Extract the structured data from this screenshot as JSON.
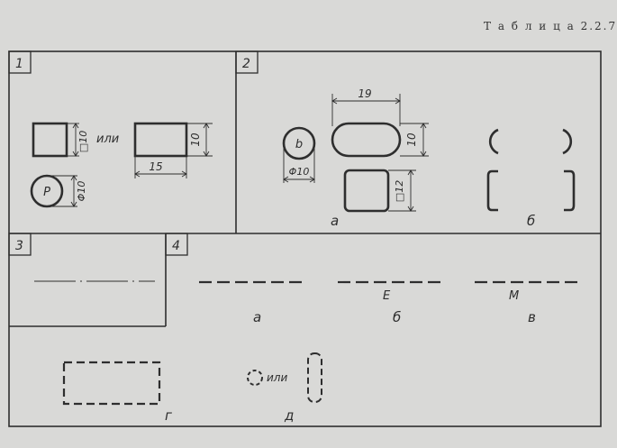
{
  "title": "Т а б л и ц а  2.2.7",
  "panels": {
    "p1": {
      "num": "1",
      "dim_square": "□10",
      "ili": "или",
      "circle_label": "P",
      "dim_diameter": "Φ10",
      "dim_height": "10",
      "dim_width": "15"
    },
    "p2": {
      "num": "2",
      "circle_label": "b",
      "dim_diameter": "Φ10",
      "dim_width": "19",
      "dim_height": "10",
      "dim_square": "□12",
      "label_a": "а",
      "label_b": "б"
    },
    "p3": {
      "num": "3"
    },
    "p4": {
      "num": "4",
      "label_a": "а",
      "label_b": "б",
      "label_v": "в",
      "label_g": "г",
      "label_d": "д",
      "letter_e": "E",
      "letter_m": "M",
      "ili": "или"
    }
  }
}
